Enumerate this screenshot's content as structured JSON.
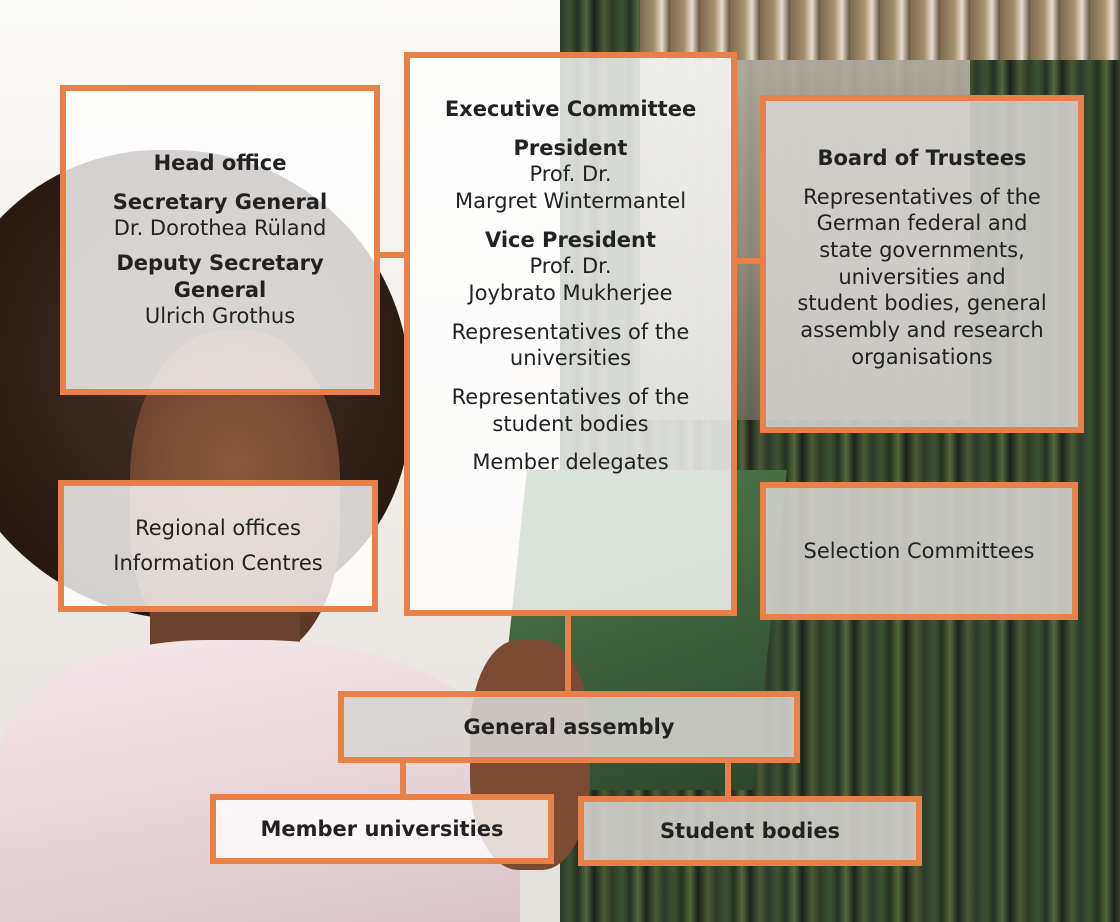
{
  "head_office": {
    "title": "Head office",
    "secretary_general_title": "Secretary General",
    "secretary_general_name": "Dr. Dorothea Rüland",
    "deputy_title_line1": "Deputy Secretary",
    "deputy_title_line2": "General",
    "deputy_name": "Ulrich Grothus"
  },
  "executive_committee": {
    "title": "Executive Committee",
    "president_title": "President",
    "president_name_line1": "Prof. Dr.",
    "president_name_line2": "Margret Wintermantel",
    "vice_president_title": "Vice President",
    "vice_president_name_line1": "Prof. Dr.",
    "vice_president_name_line2": "Joybrato Mukherjee",
    "universities_line1": "Representatives of the",
    "universities_line2": "universities",
    "students_line1": "Representatives of the",
    "students_line2": "student bodies",
    "member_delegates": "Member delegates"
  },
  "board_of_trustees": {
    "title": "Board of Trustees",
    "lines": [
      "Representatives of the",
      "German federal and",
      "state governments,",
      "universities and",
      "student bodies, general",
      "assembly and research",
      "organisations"
    ]
  },
  "regional": {
    "line1": "Regional offices",
    "line2": "Information Centres"
  },
  "selection_committees": "Selection Committees",
  "general_assembly": "General assembly",
  "member_universities": "Member universities",
  "student_bodies": "Student bodies"
}
